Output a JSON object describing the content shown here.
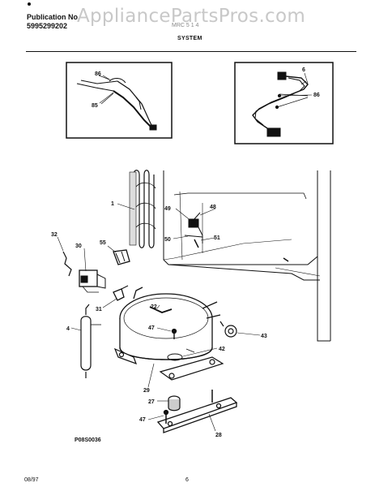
{
  "header": {
    "publication_label": "Publication No.",
    "publication_number": "5995299202",
    "watermark": "AppliancePartsPros.com",
    "model": "MRC 5 1 4",
    "section_title": "SYSTEM"
  },
  "diagram": {
    "callouts": [
      "86",
      "85",
      "6",
      "86",
      "1",
      "49",
      "48",
      "50",
      "51",
      "32",
      "30",
      "55",
      "31",
      "22",
      "47",
      "4",
      "43",
      "42",
      "29",
      "27",
      "47",
      "28"
    ]
  },
  "footer": {
    "figure_code": "P08S0036",
    "date": "08/97",
    "page": "6"
  }
}
